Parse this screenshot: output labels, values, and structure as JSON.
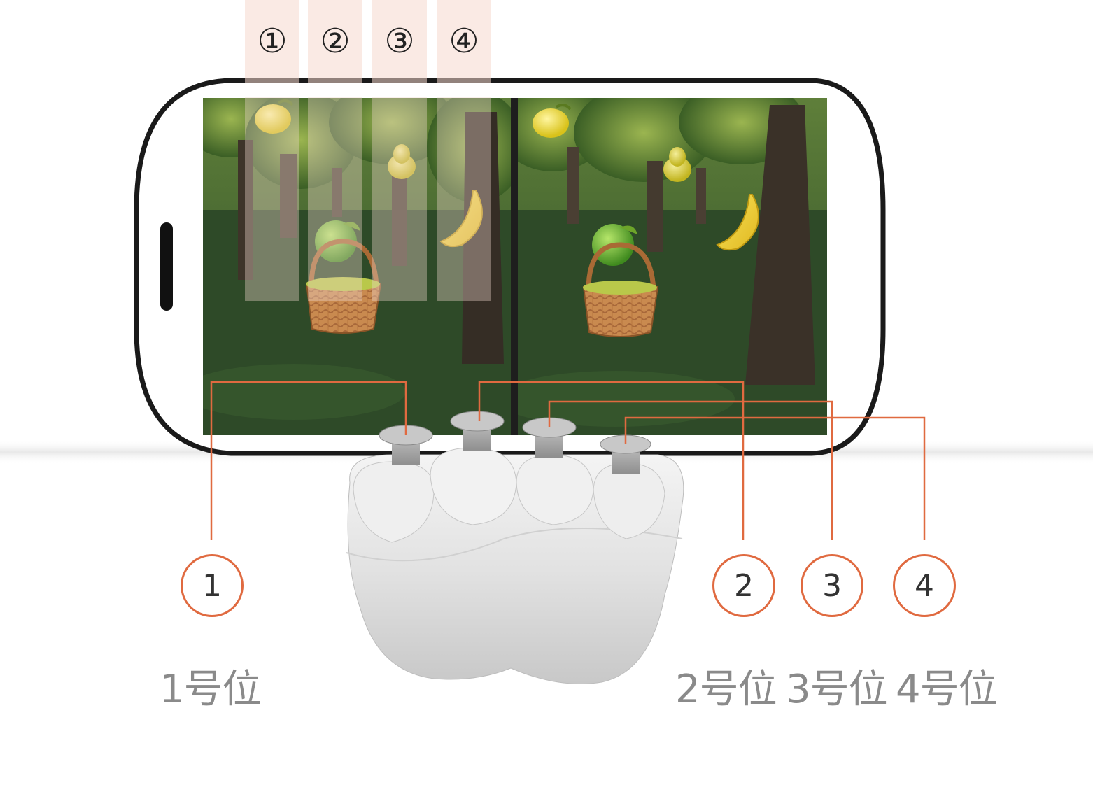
{
  "lane_markers": [
    "①",
    "②",
    "③",
    "④"
  ],
  "callouts": [
    "1",
    "2",
    "3",
    "4"
  ],
  "position_labels": [
    "1号位",
    "2号位",
    "3号位",
    "4号位"
  ],
  "colors": {
    "accent": "#e06a40",
    "label_gray": "#8a8a8a",
    "lane_tint": "#f5d8cd",
    "phone_frame": "#1a1a1a",
    "grass": "#2f4a2a",
    "canopy": "#3e6a2a"
  },
  "icons": [
    "lemon-icon",
    "pear-icon",
    "banana-icon",
    "apple-icon",
    "basket-icon",
    "controller-icon"
  ]
}
